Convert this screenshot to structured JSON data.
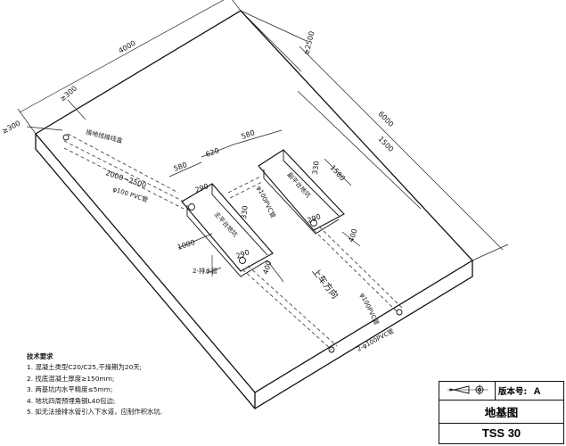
{
  "dimensions": {
    "length": "4000",
    "width": "6000",
    "ge2500": "≥2500",
    "ge300_top": "≥300",
    "ge300_left": "≥300",
    "d1500": "1500",
    "d1580": "1580",
    "d580_a": "580",
    "d580_b": "580",
    "d620": "620",
    "d290_a": "290",
    "d290_b": "290",
    "d290_c": "290",
    "d330_a": "330",
    "d330_b": "330",
    "d1000": "1000",
    "d400_a": "400",
    "d400_b": "400",
    "d2000": "2000~2500"
  },
  "labels": {
    "junction_box": "接地线接线盒",
    "pvc_pipe_1": "φ100 PVC管",
    "pvc_pipe_2": "φ100PVC管",
    "pvc_pipe_3": "φ100PVC管",
    "main_pit": "主平台地坑",
    "sub_pit": "副平台地坑",
    "drain_pipe": "2-排水管",
    "up_direction": "上车方向",
    "pipe_note": "2-φ100PVC管"
  },
  "notes": {
    "title": "技术要求",
    "items": [
      "1. 混凝土类型C20/C25,干燥期为20天;",
      "2. 找底混凝土厚度≥150mm;",
      "3. 两基坑内水平精度≤5mm;",
      "4. 地坑四周预埋角钢L40包边;",
      "5. 如无法接排水管引入下水道，应制作积水坑."
    ]
  },
  "title_block": {
    "version_label": "版本号:",
    "version": "A",
    "drawing_name": "地基图",
    "model": "TSS 30"
  }
}
